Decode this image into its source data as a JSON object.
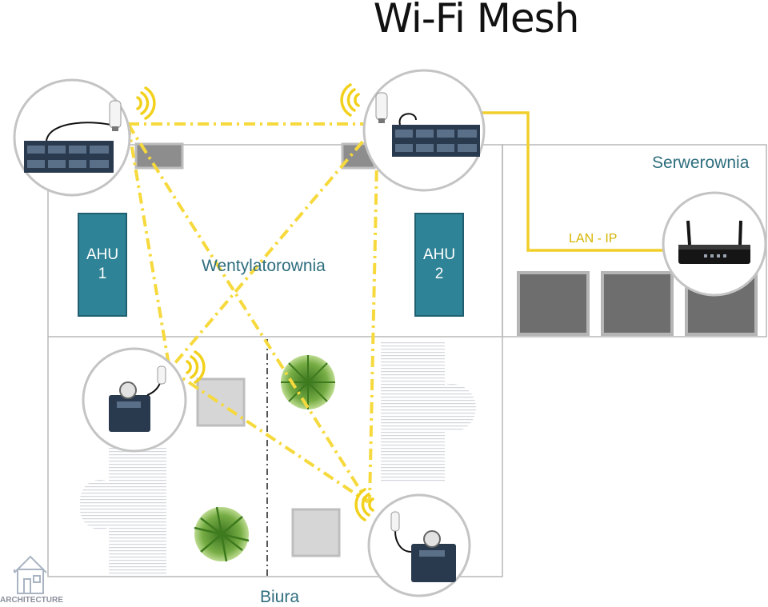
{
  "title": "Wi-Fi Mesh",
  "rooms": {
    "ventilation": "Wentylatorownia",
    "server_room": "Serwerownia",
    "offices": "Biura"
  },
  "ahu_units": [
    {
      "line1": "AHU",
      "line2": "1"
    },
    {
      "line1": "AHU",
      "line2": "2"
    }
  ],
  "lan_label": "LAN - IP",
  "logo_text": "ARCHITECTURE",
  "colors": {
    "mesh_link": "#f6d93c",
    "lan_cable": "#f1cf2a",
    "ahu_fill": "#2f8396",
    "room_label": "#2e6e7e",
    "wall": "#b8b8b8"
  },
  "icons": [
    "wifi-antenna-icon",
    "wireless-router-icon",
    "controller-module-icon",
    "plant-icon",
    "house-logo-icon"
  ]
}
